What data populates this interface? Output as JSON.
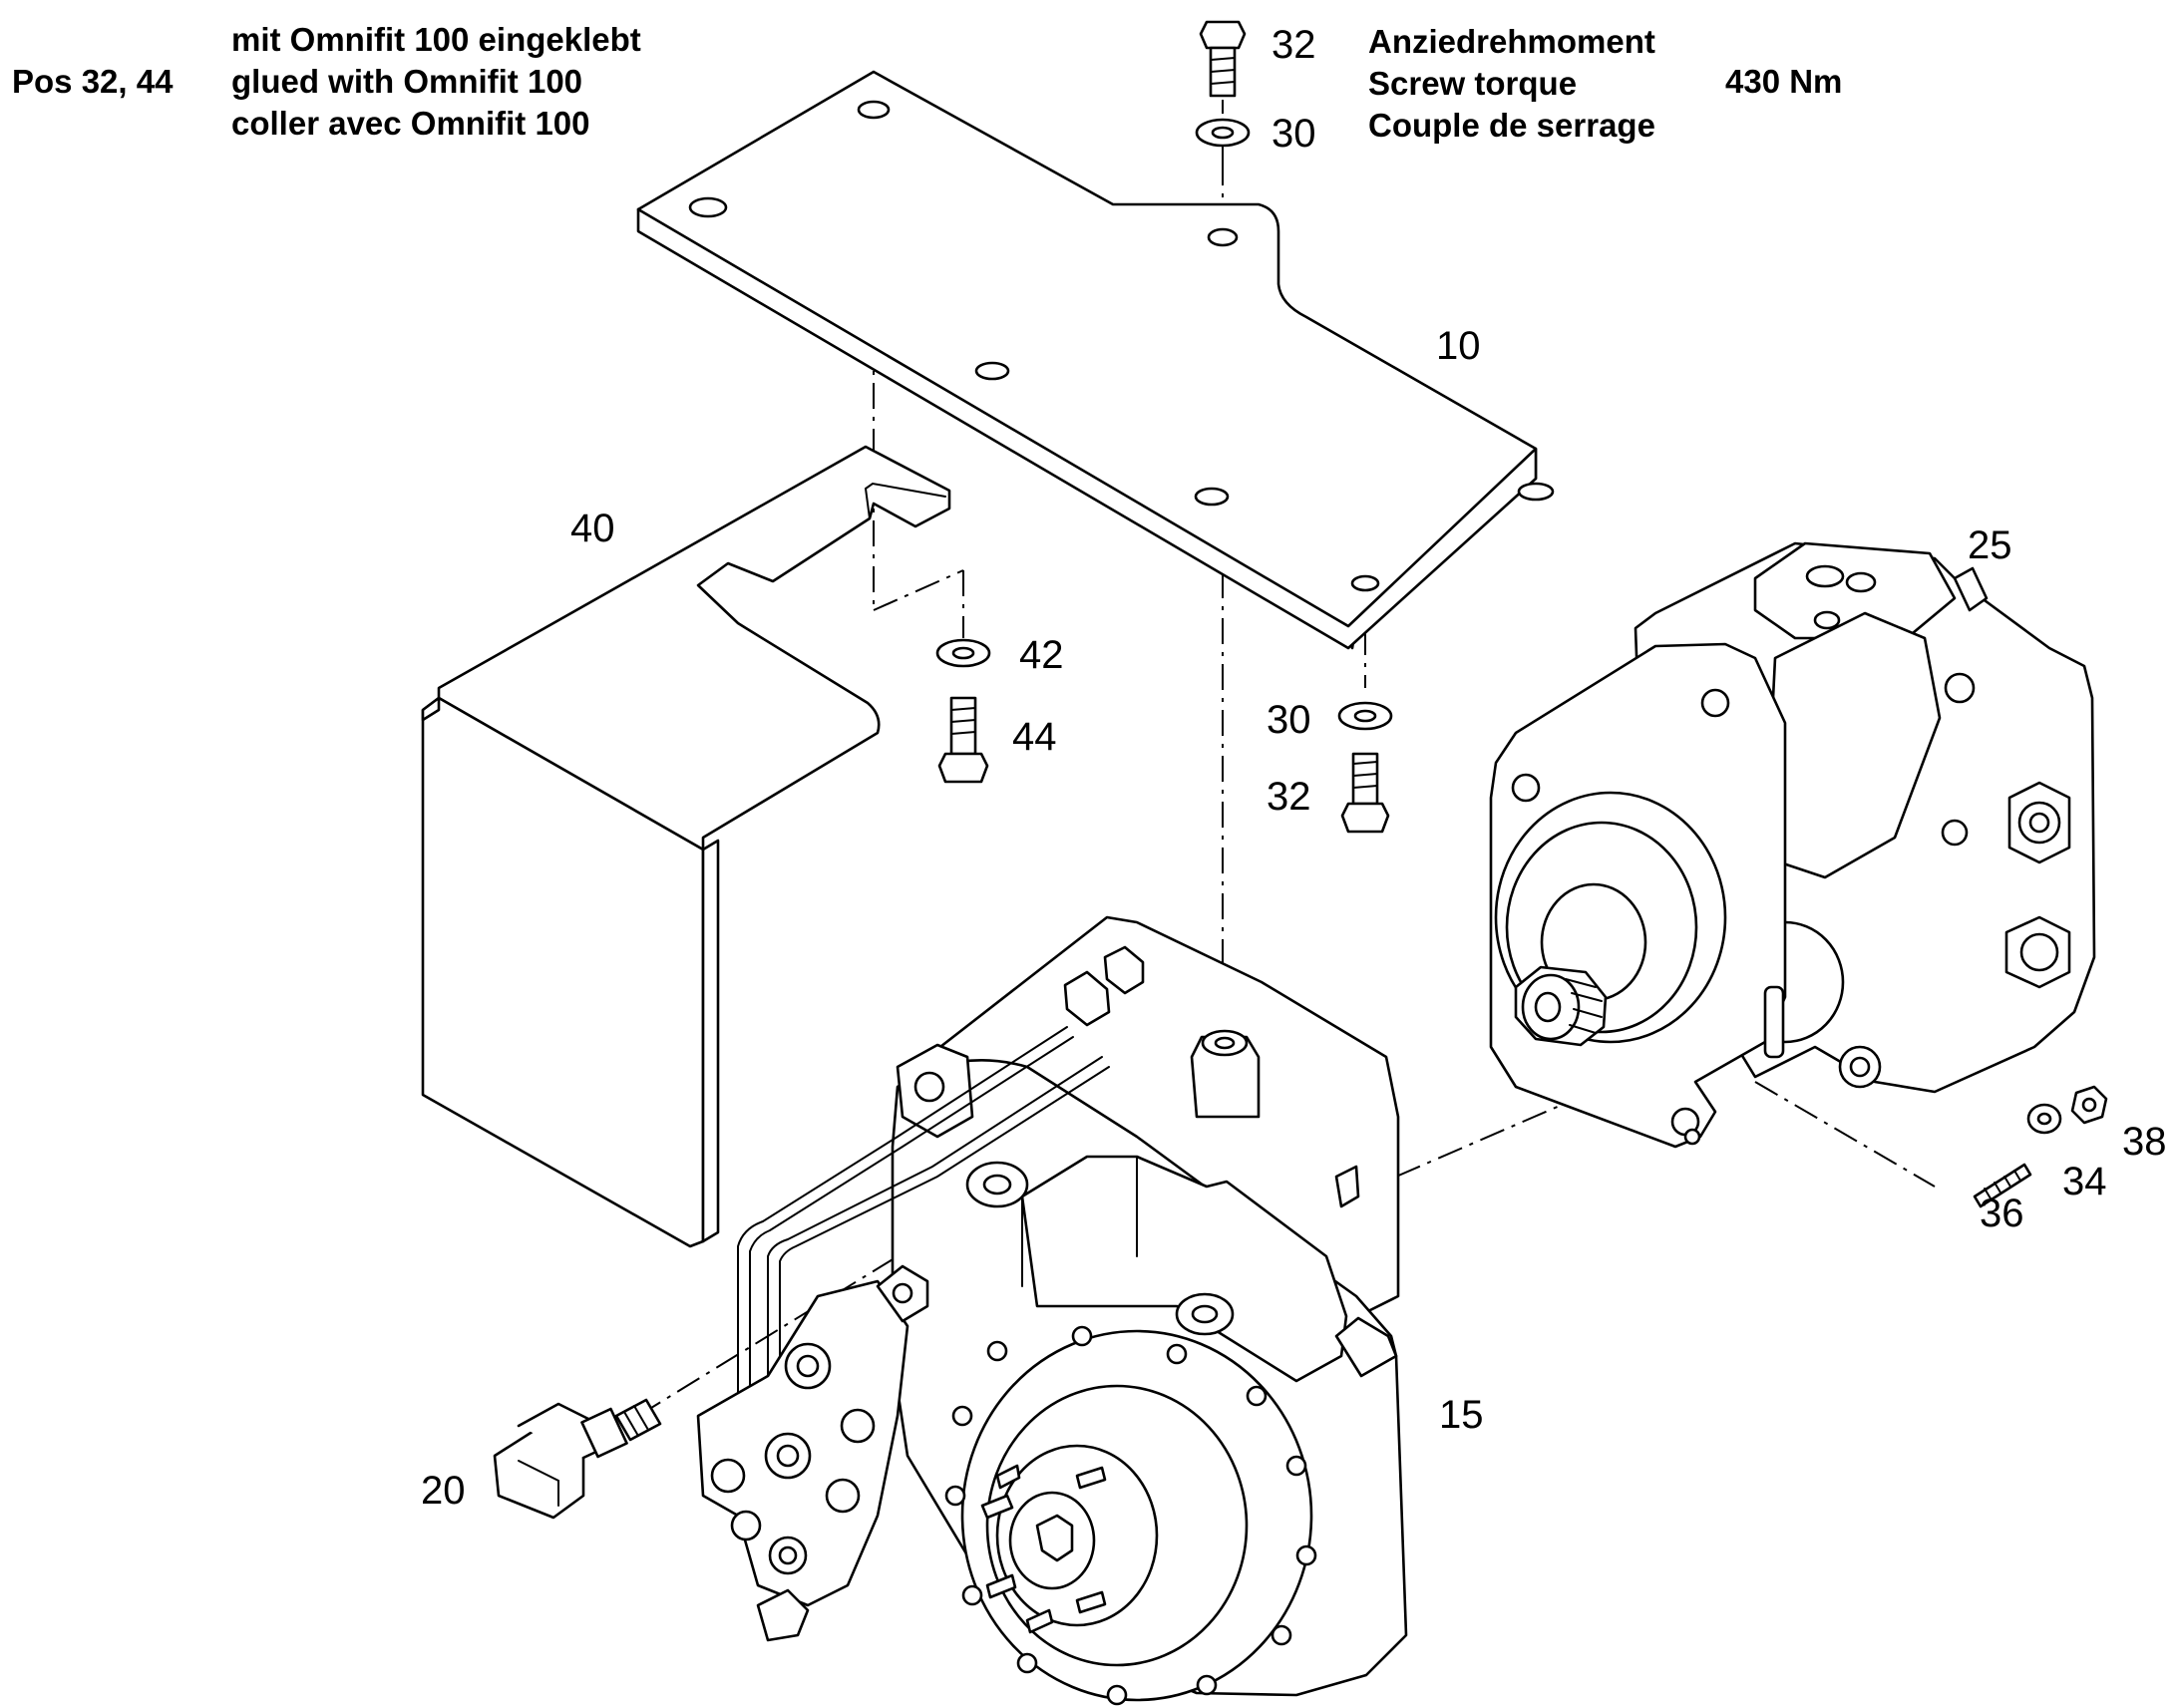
{
  "notes": {
    "pos_label": "Pos 32, 44",
    "glue_de": "mit Omnifit 100 eingeklebt",
    "glue_en": "glued with Omnifit 100",
    "glue_fr": "coller avec Omnifit 100",
    "torque_de": "Anziedrehmoment",
    "torque_en": "Screw torque",
    "torque_fr": "Couple de serrage",
    "torque_value": "430 Nm"
  },
  "callouts": {
    "p10": "10",
    "p15": "15",
    "p20": "20",
    "p25": "25",
    "p30_top": "30",
    "p30_bottom": "30",
    "p32_top": "32",
    "p32_bottom": "32",
    "p34": "34",
    "p36": "36",
    "p38": "38",
    "p40": "40",
    "p42": "42",
    "p44": "44"
  }
}
